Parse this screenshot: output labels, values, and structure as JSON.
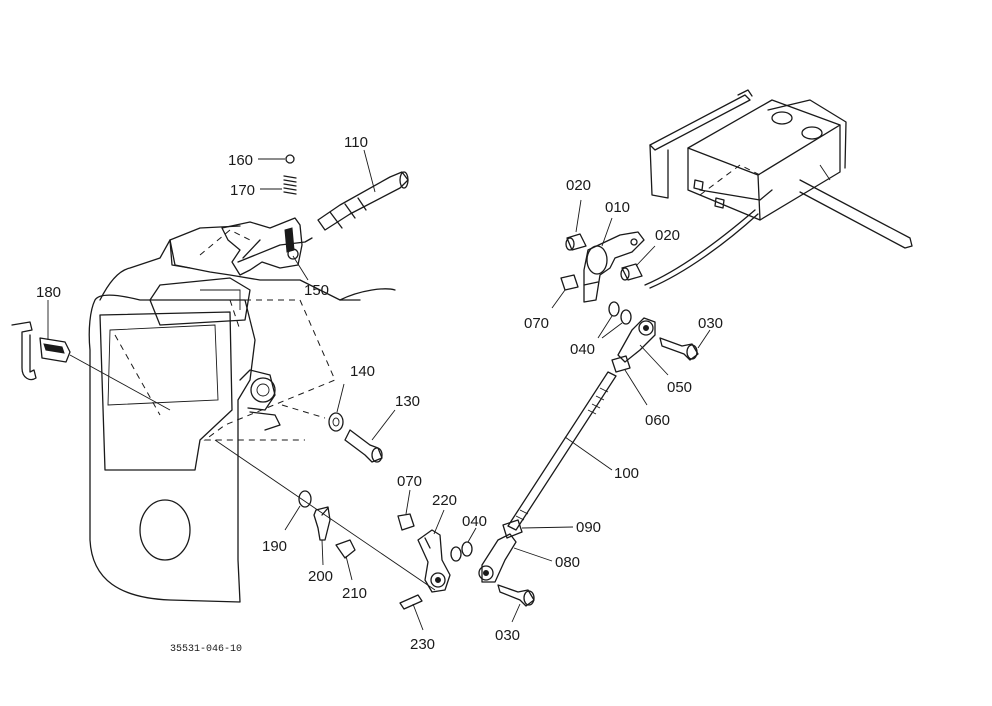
{
  "diagram": {
    "drawing_code": "35531-046-10",
    "callouts": {
      "p010": "010",
      "p020a": "020",
      "p020b": "020",
      "p030a": "030",
      "p030b": "030",
      "p040a": "040",
      "p040b": "040",
      "p050": "050",
      "p060": "060",
      "p070a": "070",
      "p070b": "070",
      "p080": "080",
      "p090": "090",
      "p100": "100",
      "p110": "110",
      "p130": "130",
      "p140": "140",
      "p150": "150",
      "p160": "160",
      "p170": "170",
      "p180": "180",
      "p190": "190",
      "p200": "200",
      "p210": "210",
      "p220": "220",
      "p230": "230"
    }
  }
}
